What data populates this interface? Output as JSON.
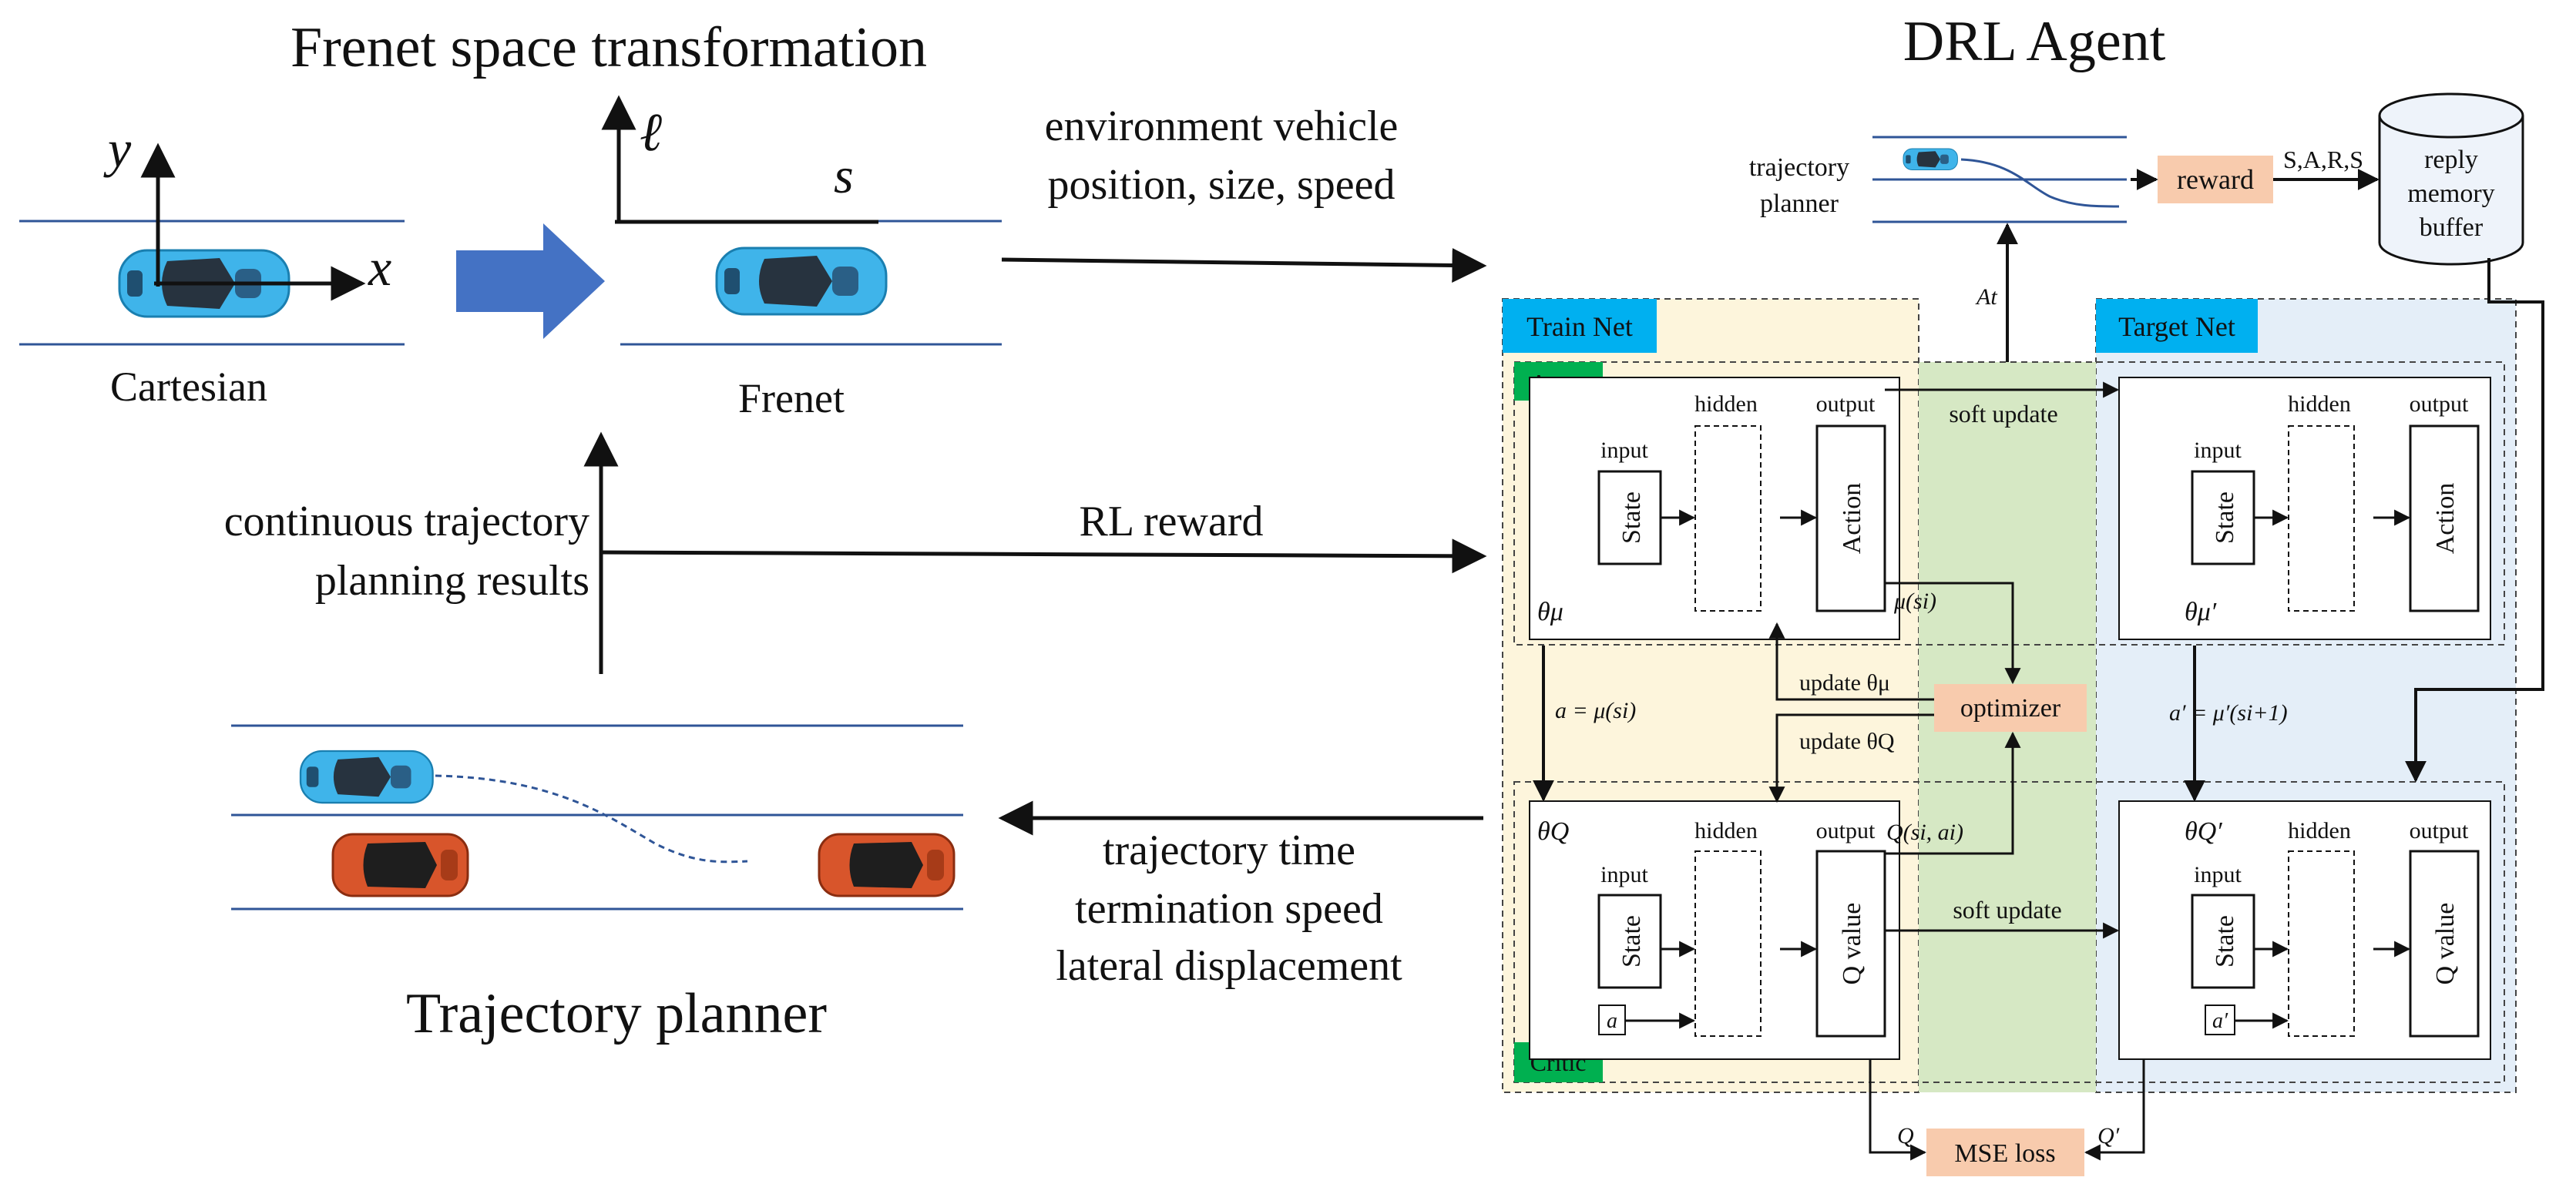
{
  "frenet_section": {
    "title": "Frenet space transformation",
    "cartesian": {
      "axis_y": "y",
      "axis_x": "x",
      "label": "Cartesian"
    },
    "frenet": {
      "axis_l": "ℓ",
      "axis_s": "s",
      "label": "Frenet"
    }
  },
  "drl_section": {
    "title": "DRL Agent",
    "trajectory_planner_label": [
      "trajectory",
      "planner"
    ],
    "reward_box": "reward",
    "sars_label": "S,A,R,S",
    "buffer_label": [
      "reply",
      "memory",
      "buffer"
    ],
    "action_label": "At"
  },
  "arrows": {
    "env_info": [
      "environment vehicle",
      "position, size, speed"
    ],
    "rl_reward": "RL reward",
    "continuous_results": [
      "continuous trajectory",
      "planning results"
    ],
    "planner_params": [
      "trajectory time",
      "termination speed",
      "lateral displacement"
    ]
  },
  "trajectory_planner": {
    "title": "Trajectory planner"
  },
  "train_net": {
    "label": "Train Net",
    "actor": {
      "tag": "Actor",
      "input": "input",
      "hidden": "hidden",
      "output": "output",
      "state": "State",
      "action": "Action",
      "theta": "θμ"
    },
    "critic": {
      "tag": "Critic",
      "input": "input",
      "hidden": "hidden",
      "output": "output",
      "state": "State",
      "qvalue": "Q value",
      "a_box": "a",
      "theta": "θQ"
    }
  },
  "target_net": {
    "label": "Target Net",
    "actor": {
      "input": "input",
      "hidden": "hidden",
      "output": "output",
      "state": "State",
      "action": "Action",
      "theta": "θμ′"
    },
    "critic": {
      "input": "input",
      "hidden": "hidden",
      "output": "output",
      "state": "State",
      "qvalue": "Q value",
      "a_box": "a′",
      "theta": "θQ′"
    }
  },
  "flows": {
    "soft_update_top": "soft update",
    "soft_update_bottom": "soft update",
    "mu_si": "μ(si)",
    "update_theta_mu": "update θμ",
    "update_theta_q": "update θQ",
    "optimizer": "optimizer",
    "a_eq": "a = μ(si)",
    "a_prime_eq": "a′ = μ′(si+1)",
    "q_si_ai": "Q(si, ai)",
    "q": "Q",
    "q_prime": "Q′",
    "mse_loss": "MSE loss"
  },
  "colors": {
    "car_blue": "#3fb4ea",
    "car_red": "#d8552b",
    "big_arrow": "#4472c4",
    "label_blue": "#00b0f0",
    "label_green": "#00b050",
    "salmon": "#f8cbad",
    "train_bg": "#fdf5dc",
    "target_bg": "#e4eef8",
    "mid_green": "#d6e8c4",
    "lane": "#2f5597"
  }
}
